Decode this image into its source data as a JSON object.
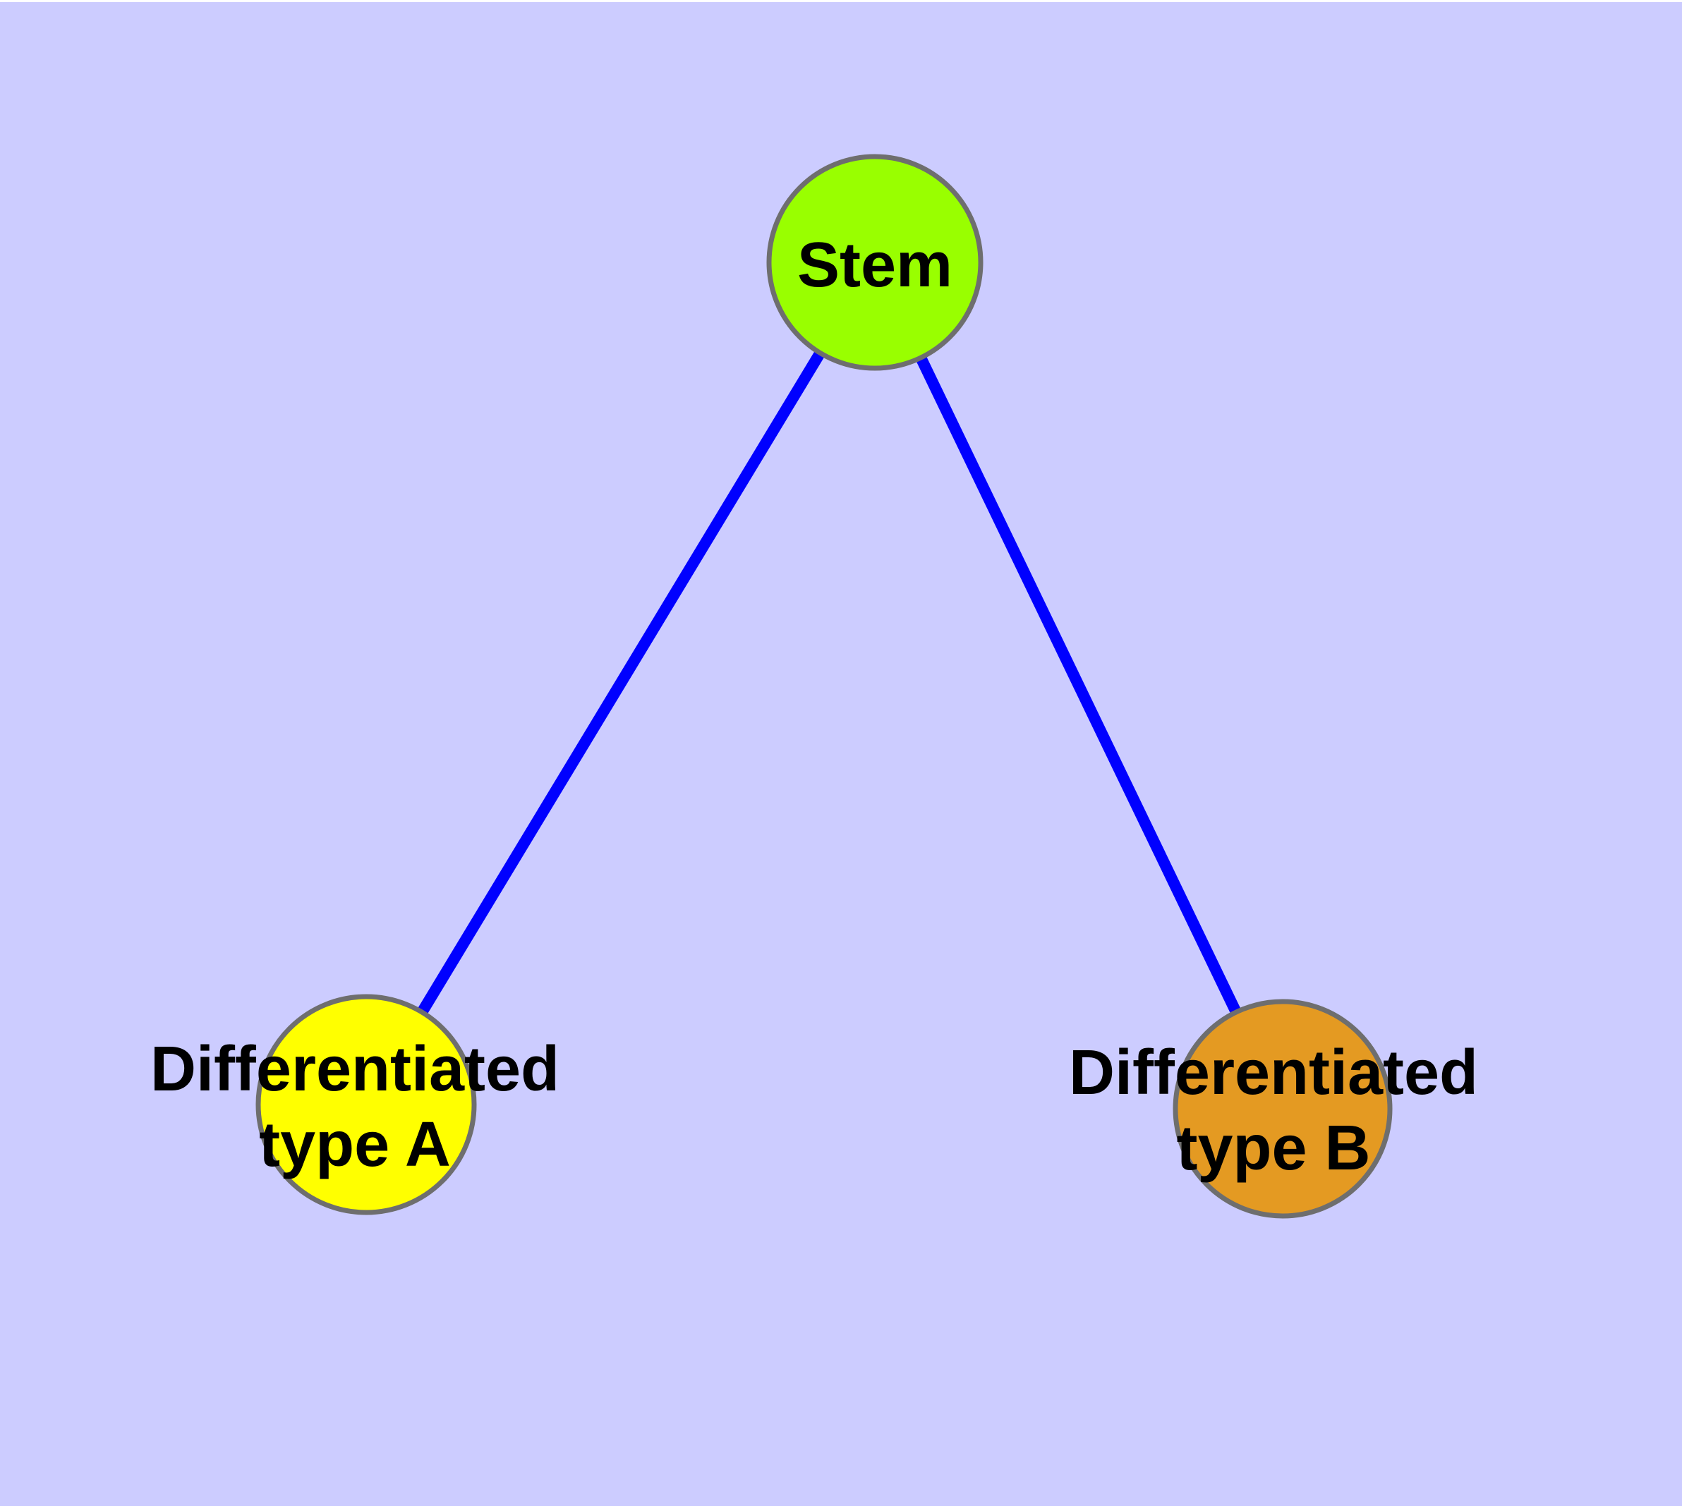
{
  "canvas": {
    "background_color": "#CCCCFF",
    "frame_color": "#FFFFFF"
  },
  "graph": {
    "label_color": "#000000",
    "node_border_color": "#6E6E6E",
    "nodes": [
      {
        "id": "stem",
        "label_lines": [
          "Stem"
        ],
        "fill_color": "#99FF00"
      },
      {
        "id": "differentiated-type-a",
        "label_lines": [
          "Differentiated",
          "type A"
        ],
        "fill_color": "#FFFF00"
      },
      {
        "id": "differentiated-type-b",
        "label_lines": [
          "Differentiated",
          "type B"
        ],
        "fill_color": "#E49A22"
      }
    ],
    "edges": [
      {
        "id": "stem-to-type-a",
        "source": "stem",
        "target": "differentiated-type-a",
        "color": "#0000FF"
      },
      {
        "id": "stem-to-type-b",
        "source": "stem",
        "target": "differentiated-type-b",
        "color": "#0000FF"
      }
    ]
  }
}
